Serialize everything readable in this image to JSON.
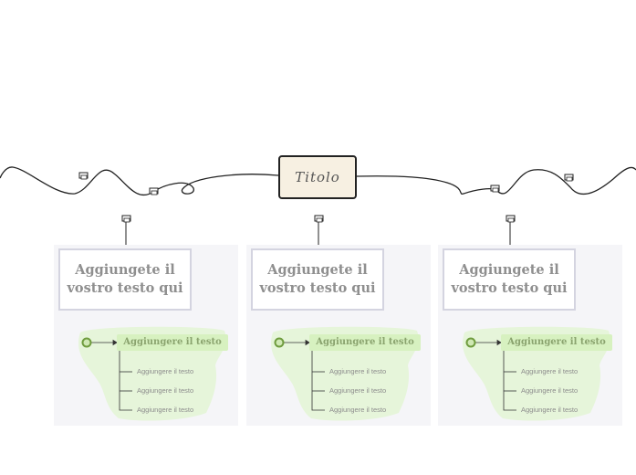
{
  "root": {
    "title": "Titolo"
  },
  "branches": [
    {
      "heading": "Aggiungete il vostro testo qui",
      "main_topic": "Aggiungere il testo",
      "subtopics": [
        "Aggiungere il testo",
        "Aggiungere il testo",
        "Aggiungere il testo"
      ]
    },
    {
      "heading": "Aggiungete il vostro testo qui",
      "main_topic": "Aggiungere il testo",
      "subtopics": [
        "Aggiungere il testo",
        "Aggiungere il testo",
        "Aggiungere il testo"
      ]
    },
    {
      "heading": "Aggiungete il vostro testo qui",
      "main_topic": "Aggiungere il testo",
      "subtopics": [
        "Aggiungere il testo",
        "Aggiungere il testo",
        "Aggiungere il testo"
      ]
    }
  ],
  "colors": {
    "root_fill": "#f7f0e2",
    "panel_fill": "#f5f5f8",
    "cloud_fill": "#e6f5da",
    "topic_fill": "#d7f1c0",
    "node_dot": "#7aa84a",
    "line": "#222222"
  }
}
